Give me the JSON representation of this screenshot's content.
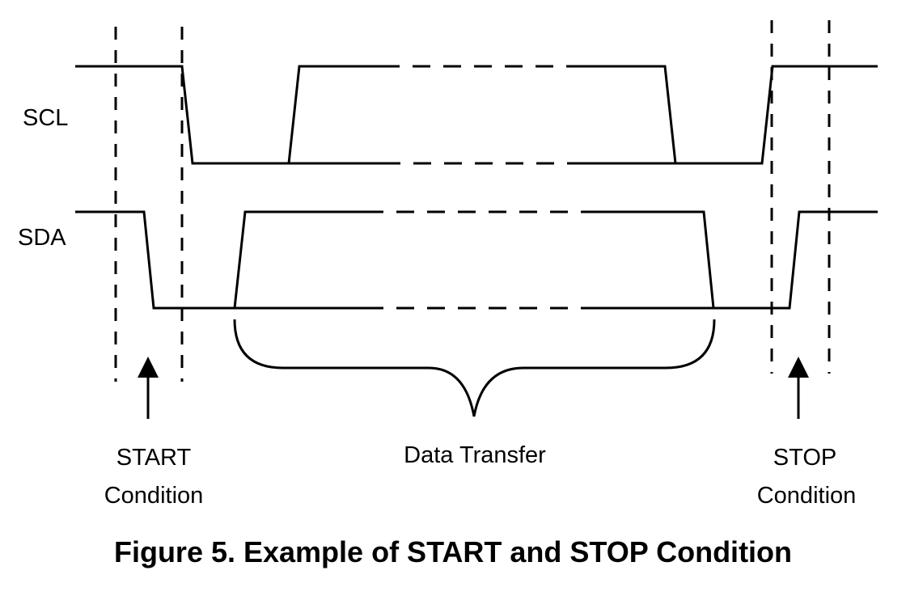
{
  "signals": {
    "scl": "SCL",
    "sda": "SDA"
  },
  "labels": {
    "start": [
      "START",
      "Condition"
    ],
    "data_transfer": "Data Transfer",
    "stop": [
      "STOP",
      "Condition"
    ]
  },
  "caption": "Figure 5. Example of START and STOP Condition"
}
